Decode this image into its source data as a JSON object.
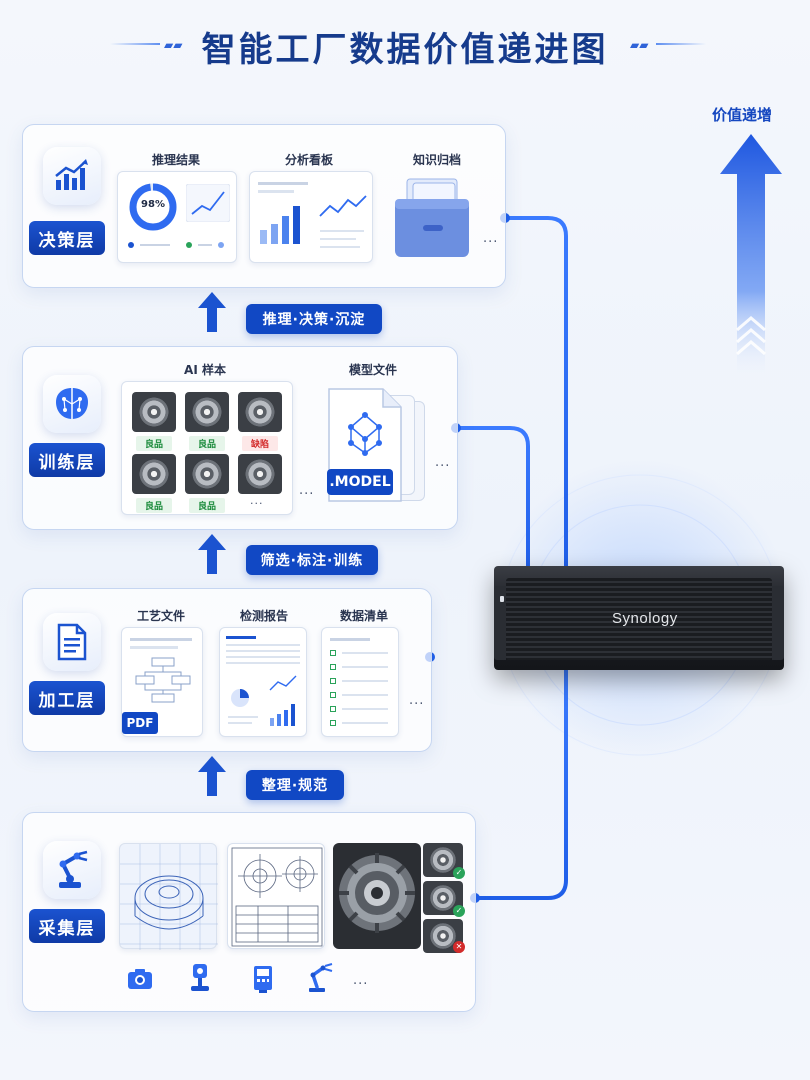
{
  "title": "智能工厂数据价值递进图",
  "value_axis": {
    "label": "价值递增"
  },
  "layers": {
    "decision": {
      "label": "决策层",
      "icon": "growth-chart-icon",
      "items": [
        {
          "caption": "推理结果",
          "percent": "98%"
        },
        {
          "caption": "分析看板"
        },
        {
          "caption": "知识归档"
        }
      ],
      "more": "..."
    },
    "training": {
      "label": "训练层",
      "icon": "brain-network-icon",
      "samples_caption": "AI 样本",
      "sample_tags": [
        "良品",
        "良品",
        "缺陷",
        "良品",
        "良品",
        "..."
      ],
      "model_caption": "模型文件",
      "model_badge": ".MODEL",
      "more_inner": "...",
      "more": "..."
    },
    "processing": {
      "label": "加工层",
      "icon": "document-icon",
      "items": [
        {
          "caption": "工艺文件",
          "badge": "PDF"
        },
        {
          "caption": "检测报告"
        },
        {
          "caption": "数据清单"
        }
      ],
      "more": "..."
    },
    "collection": {
      "label": "采集层",
      "icon": "robot-arm-icon",
      "devices": [
        "camera-icon",
        "sensor-scanner-icon",
        "meter-device-icon",
        "robot-arm-small-icon"
      ],
      "more": "..."
    }
  },
  "steps": {
    "s1": "推理·决策·沉淀",
    "s2": "筛选·标注·训练",
    "s3": "整理·规范"
  },
  "server": {
    "brand": "Synology"
  },
  "colors": {
    "primary": "#1148c4",
    "accent": "#2f6bf0",
    "good": "#198a3a",
    "bad": "#d32b2b"
  }
}
